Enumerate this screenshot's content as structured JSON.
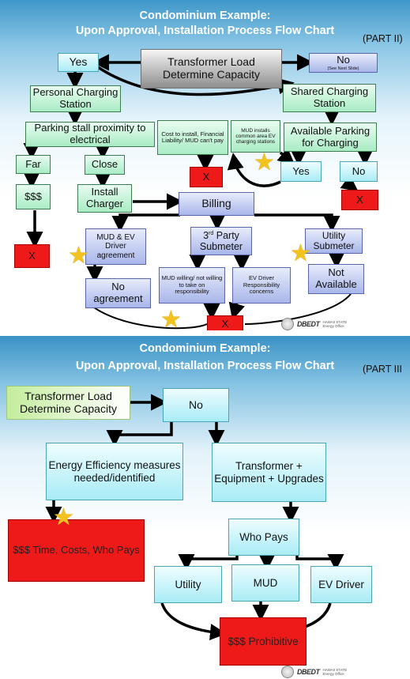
{
  "slide1": {
    "title1": "Condominium Example:",
    "title2": "Upon Approval, Installation Process Flow Chart",
    "part": "(PART II)",
    "boxes": {
      "transformer": "Transformer Load Determine Capacity",
      "yes": "Yes",
      "no": "No",
      "no_sub": "(See Next Slide)",
      "personal": "Personal Charging Station",
      "shared": "Shared Charging Station",
      "parking_stall": "Parking stall proximity to electrical",
      "cost_install": "Cost to install, Financial Liability/ MUD can't pay",
      "mud_installs": "MUD installs common area EV charging stations",
      "available_parking": "Available Parking for Charging",
      "far": "Far",
      "close": "Close",
      "dollars": "$$$",
      "x1": "X",
      "x2": "X",
      "x3": "X",
      "x4": "X",
      "yes2": "Yes",
      "no2": "No",
      "install_charger": "Install Charger",
      "billing": "Billing",
      "mud_ev": "MUD & EV Driver agreement",
      "third_party": "3rd Party Submeter",
      "third_sup": "rd",
      "third_main": "3",
      "third_rest": " Party Submeter",
      "utility_submeter": "Utility Submeter",
      "no_agreement": "No agreement",
      "mud_willing": "MUD willing/ not willing to take on responsibility",
      "ev_driver_resp": "EV Driver Responsibility concerns",
      "not_available": "Not Available"
    },
    "logo_text": "DBEDT",
    "logo_small1": "HAWAII STATE",
    "logo_small2": "Energy Office"
  },
  "slide2": {
    "title1": "Condominium Example:",
    "title2": "Upon Approval, Installation Process Flow Chart",
    "part": "(PART III",
    "boxes": {
      "transformer": "Transformer Load Determine Capacity",
      "no": "No",
      "energy_eff": "Energy Efficiency measures needed/identified",
      "transformer_upgrades": "Transformer + Equipment + Upgrades",
      "dollars_time": "$$$ Time, Costs, Who Pays",
      "who_pays": "Who Pays",
      "utility": "Utility",
      "mud": "MUD",
      "ev_driver": "EV Driver",
      "prohibitive": "$$$ Prohibitive"
    },
    "logo_text": "DBEDT",
    "logo_small1": "HAWAII STATE",
    "logo_small2": "Energy Office"
  },
  "colors": {
    "title_bar": "#3e97c9",
    "green_box": "#a9ecc5",
    "blue_box": "#a9b6ea",
    "cyan_box": "#a9ecf6",
    "red_box": "#ee1a1a",
    "star": "#f2c21f"
  },
  "icons": [
    "star-icon",
    "state-seal-icon"
  ]
}
